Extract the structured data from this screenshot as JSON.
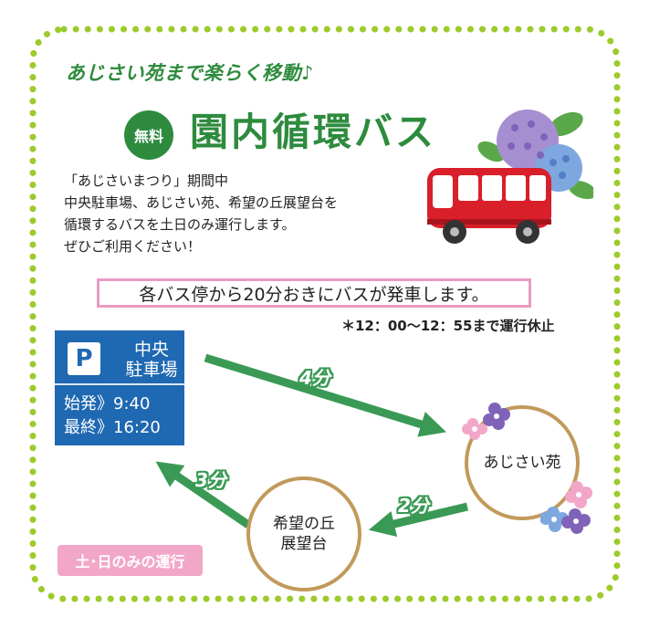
{
  "tagline": "あじさい苑まで楽らく移動♪",
  "badge": "無料",
  "title": "園内循環バス",
  "description": [
    "「あじさいまつり」期間中",
    "中央駐車場、あじさい苑、希望の丘展望台を",
    "循環するバスを土日のみ運行します。",
    "ぜひご利用ください！"
  ],
  "frequency": "各バス停から20分おきにバスが発車します。",
  "break_note": "＊12：00～12：55まで運行休止",
  "parking": {
    "icon_letter": "P",
    "name_line1": "中央",
    "name_line2": "駐車場",
    "first": "始発》9:40",
    "last": "最終》16:20"
  },
  "stops": {
    "ajisai": "あじさい苑",
    "kibou_line1": "希望の丘",
    "kibou_line2": "展望台"
  },
  "durations": {
    "parking_to_ajisai": "4分",
    "ajisai_to_kibou": "2分",
    "kibou_to_parking": "3分"
  },
  "weekend_only": "土･日のみの運行",
  "colors": {
    "green": "#2e8b3e",
    "arrow_green": "#3a9a55",
    "parking_blue": "#1f68b2",
    "pink": "#f2a7c8",
    "circle_border": "#c19a5b",
    "bus_red": "#d81f2a",
    "dot_green": "#9ccb2b"
  },
  "icons": [
    "hydrangea-icon",
    "bus-icon",
    "parking-icon",
    "arrow-icon"
  ]
}
